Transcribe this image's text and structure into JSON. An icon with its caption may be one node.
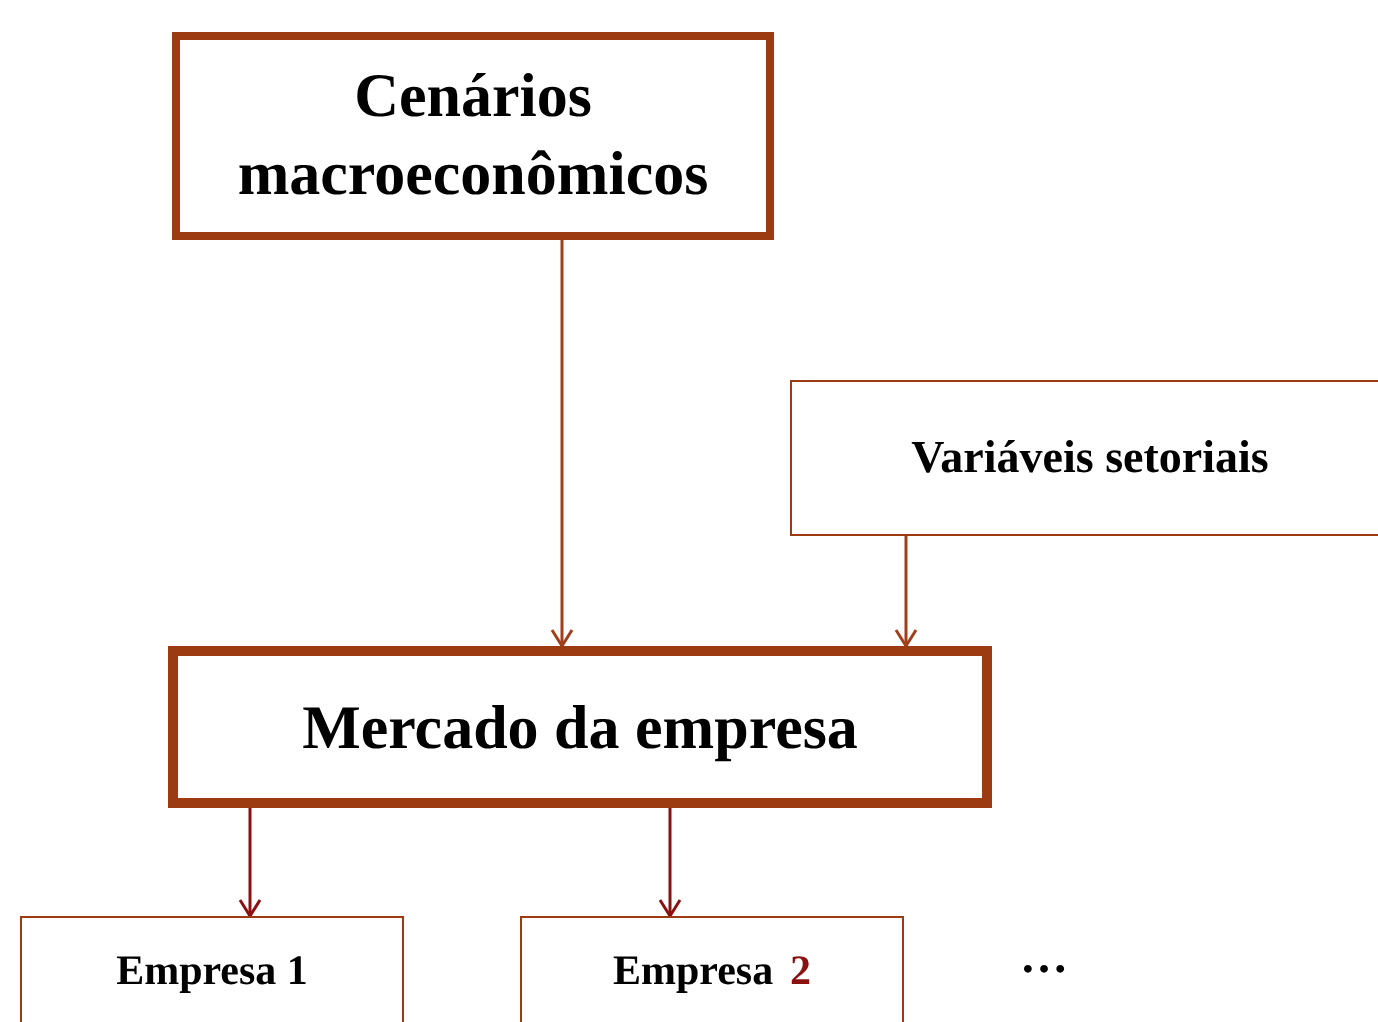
{
  "diagram": {
    "nodes": [
      {
        "text": [
          "Cenários macroeconômicos"
        ]
      },
      {
        "text": [
          "Variáveis setoriais"
        ]
      },
      {
        "text": [
          "Mercado da empresa"
        ]
      },
      {
        "text": [
          "Empresa 1"
        ]
      },
      {
        "text": [
          "Empresa",
          "2"
        ]
      }
    ],
    "edges": [
      {
        "from": 0,
        "to": 2,
        "arrow": "to",
        "color": "#a0401a"
      },
      {
        "from": 1,
        "to": 2,
        "arrow": "to",
        "color": "#a0401a"
      },
      {
        "from": 2,
        "to": 3,
        "arrow": "to",
        "color": "#8b1010"
      },
      {
        "from": 2,
        "to": 4,
        "arrow": "to",
        "color": "#8b1010"
      }
    ],
    "labels": [
      "…"
    ]
  }
}
